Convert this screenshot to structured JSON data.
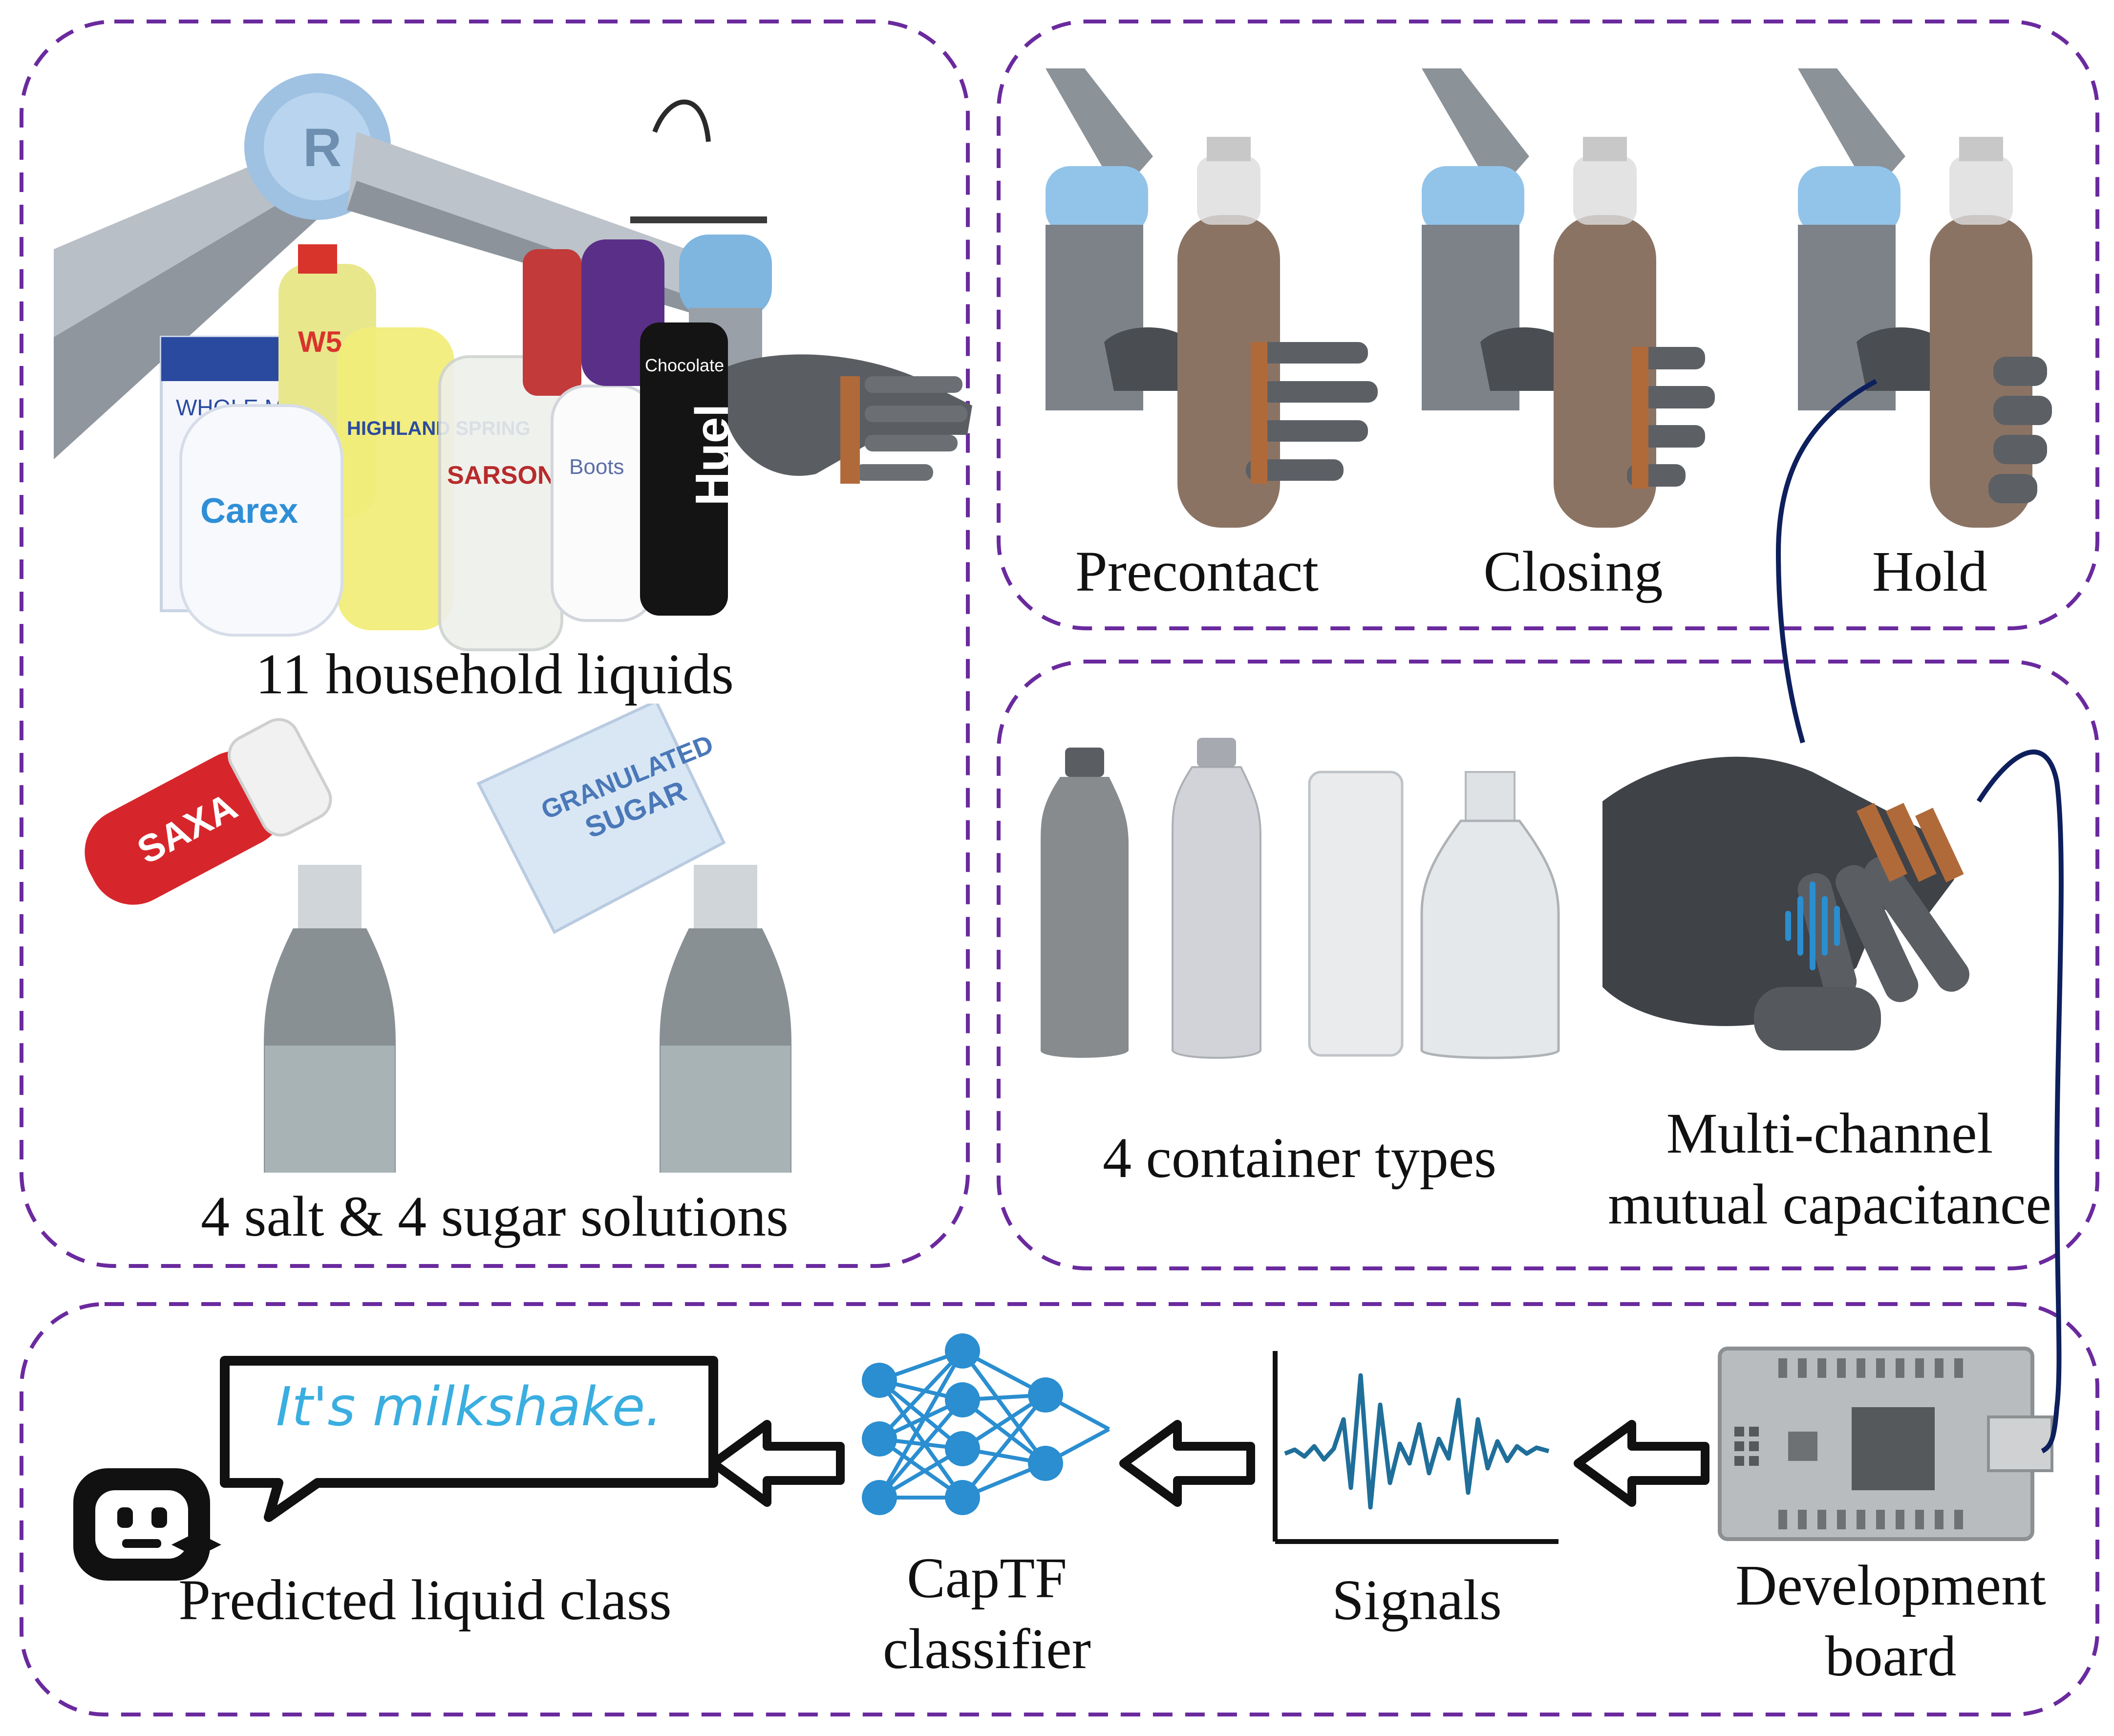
{
  "colors": {
    "frame_dash": "#6a2a9e",
    "cable": "#0d1f5c",
    "network": "#2a8ed0",
    "signal": "#1f6f9a",
    "speech_text": "#3aaee0",
    "liquid": "#8b7364"
  },
  "top_left": {
    "label_household": "11 household liquids",
    "label_solutions": "4 salt & 4 sugar solutions",
    "bottles": [
      {
        "name": "Carex",
        "color": "#2f8fd6"
      },
      {
        "name": "HIGHLAND SPRING",
        "color": "#e7e35a"
      },
      {
        "name": "SARSON'S",
        "color": "#b82b2b"
      },
      {
        "name": "Boots",
        "color": "#ffffff"
      },
      {
        "name": "Huel",
        "color": "#111111"
      }
    ],
    "extras": {
      "salt": "SAXA",
      "sugar": "GRANULATED SUGAR",
      "milk": "WHOLE MILK",
      "w5": "W5",
      "chocolate": "Chocolate"
    }
  },
  "stages": {
    "items": [
      {
        "label": "Precontact"
      },
      {
        "label": "Closing"
      },
      {
        "label": "Hold"
      }
    ]
  },
  "middle": {
    "container_label": "4 container types",
    "sensor_label_line1": "Multi-channel",
    "sensor_label_line2": "mutual capacitance"
  },
  "pipeline": {
    "predicted_label": "Predicted liquid class",
    "speech": "It's milkshake.",
    "classifier_line1": "CapTF",
    "classifier_line2": "classifier",
    "signals_label": "Signals",
    "board_line1": "Development",
    "board_line2": "board"
  }
}
